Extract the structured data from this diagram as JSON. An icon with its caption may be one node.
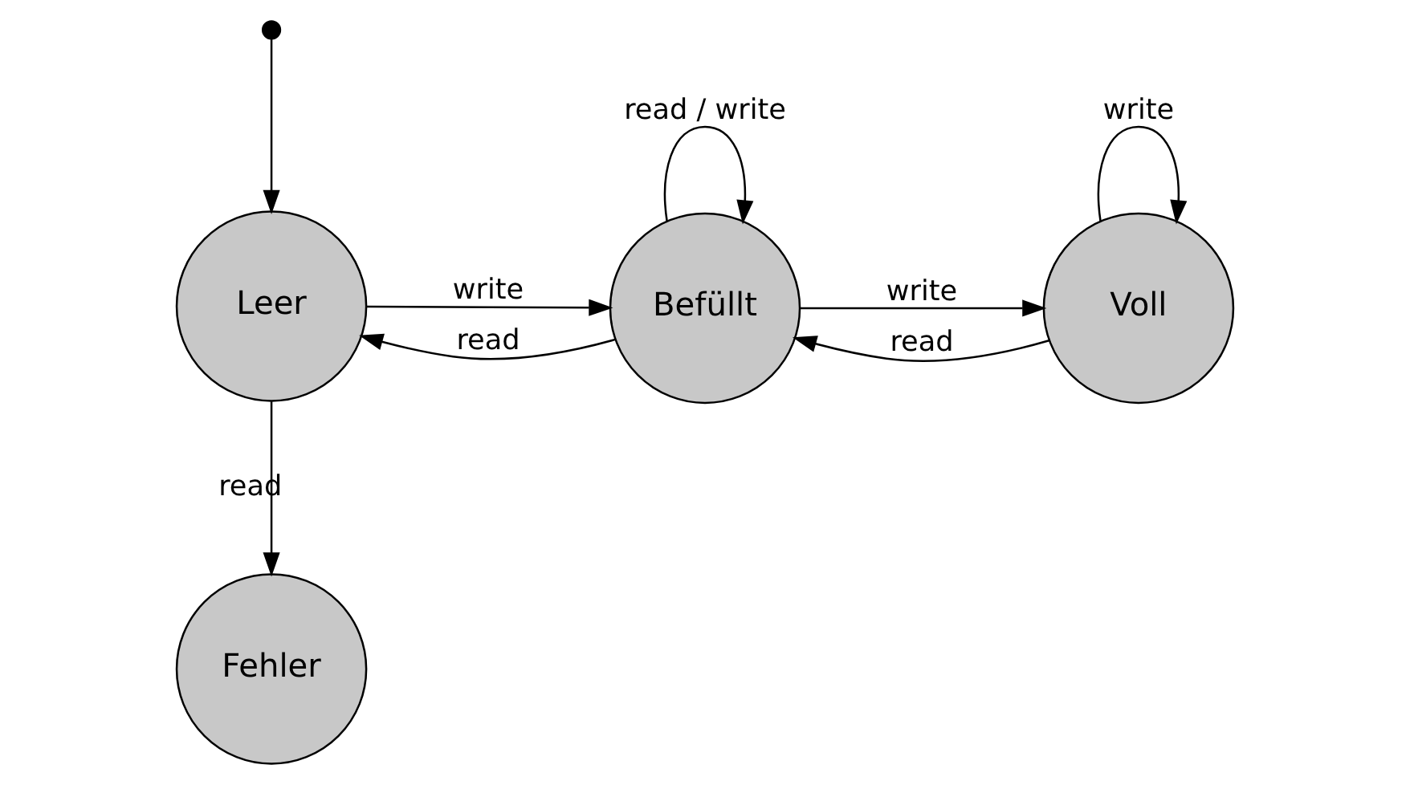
{
  "diagram": {
    "nodes": [
      {
        "text": [],
        "shape": "circle"
      },
      {
        "text": [
          "Leer"
        ]
      },
      {
        "text": [
          "Befüllt"
        ]
      },
      {
        "text": [
          "Voll"
        ]
      },
      {
        "text": [
          "Fehler"
        ]
      }
    ],
    "edges": [
      {
        "from": 0,
        "to": 1,
        "arrow": "to"
      },
      {
        "from": 1,
        "to": 2,
        "arrow": "to",
        "label": "write"
      },
      {
        "from": 2,
        "to": 3,
        "arrow": "to",
        "label": "write"
      },
      {
        "from": 2,
        "to": 2,
        "arrow": "to",
        "label": "read / write"
      },
      {
        "from": 3,
        "to": 3,
        "arrow": "to",
        "label": "write"
      },
      {
        "from": 2,
        "to": 1,
        "arrow": "to",
        "label": "read"
      },
      {
        "from": 3,
        "to": 2,
        "arrow": "to",
        "label": "read"
      },
      {
        "from": 1,
        "to": 4,
        "arrow": "to",
        "label": "read"
      }
    ]
  }
}
